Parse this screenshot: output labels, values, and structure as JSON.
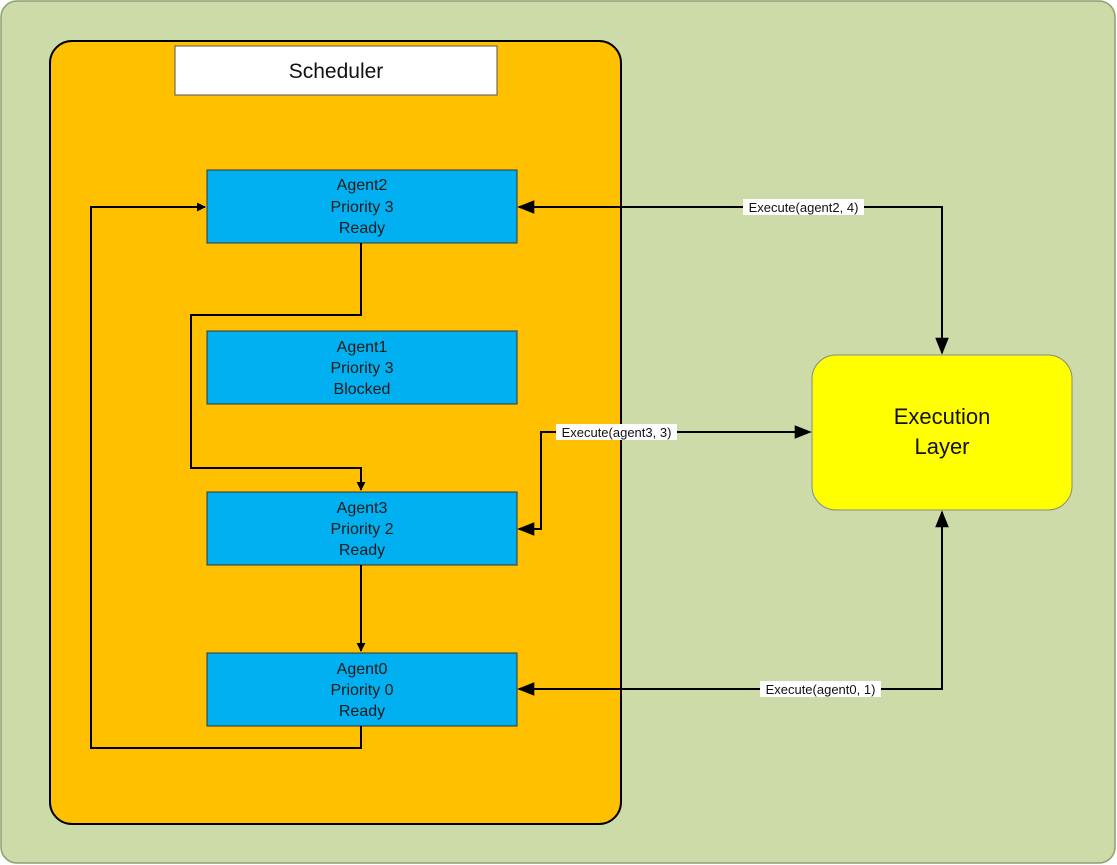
{
  "scheduler": {
    "title": "Scheduler"
  },
  "agents": [
    {
      "name": "Agent2",
      "priority": "Priority 3",
      "state": "Ready"
    },
    {
      "name": "Agent1",
      "priority": "Priority 3",
      "state": "Blocked"
    },
    {
      "name": "Agent3",
      "priority": "Priority 2",
      "state": "Ready"
    },
    {
      "name": "Agent0",
      "priority": "Priority 0",
      "state": "Ready"
    }
  ],
  "execution_layer": {
    "line1": "Execution",
    "line2": "Layer"
  },
  "edges": {
    "agent2_call": "Execute(agent2, 4)",
    "agent3_call": "Execute(agent3, 3)",
    "agent0_call": "Execute(agent0, 1)"
  },
  "colors": {
    "background": "#cddba9",
    "scheduler_fill": "#ffc000",
    "agent_fill": "#00b0f0",
    "layer_fill": "#ffff00"
  }
}
